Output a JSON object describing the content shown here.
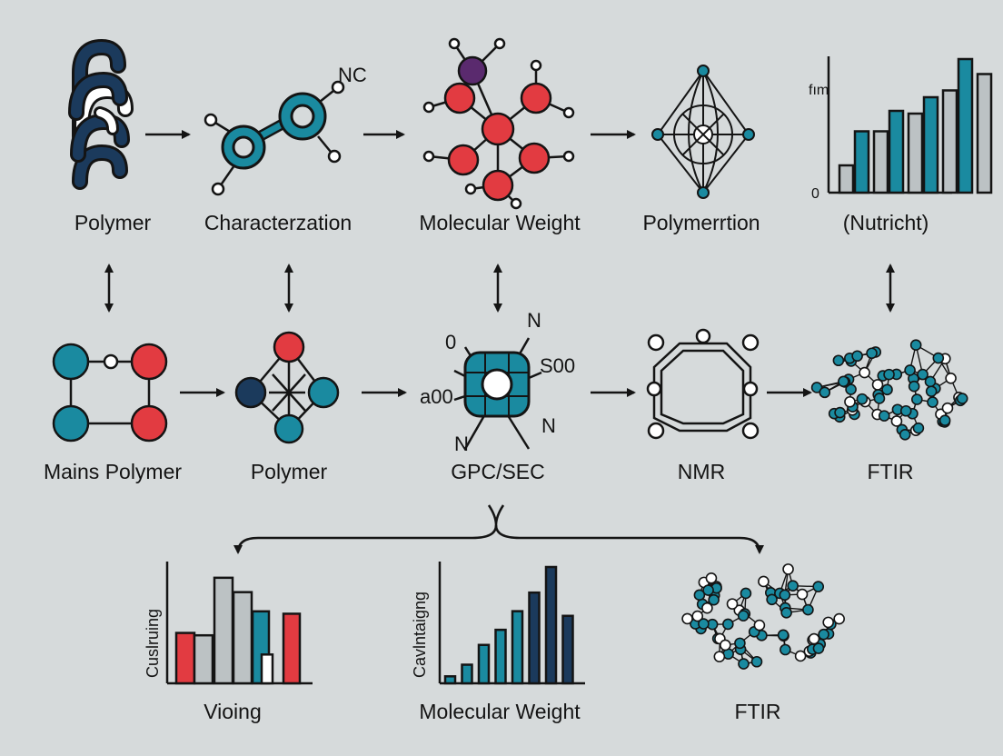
{
  "labels": {
    "polymer": "Polymer",
    "characterization": "Characterzation",
    "molecular_weight": "Molecular Weight",
    "polymerization": "Polymerrtion",
    "nutricht": "(Nutricht)",
    "mains_polymer": "Mains Polymer",
    "polymer_2": "Polymer",
    "gpc_sec": "GPC/SEC",
    "nmr": "NMR",
    "ftir": "FTIR",
    "vioing": "Vioing",
    "molecular_weight_2": "Molecular Weight",
    "ftir_2": "FTIR"
  },
  "annotations": {
    "nc": "NC",
    "chart_top_unit": "fım",
    "chart_top_zero": "0",
    "gpc_o": "0",
    "gpc_n_top": "N",
    "gpc_s00": "S00",
    "gpc_a00": "a00",
    "gpc_n_bottom_right": "N",
    "gpc_n_bottom_left": "N"
  },
  "colors": {
    "teal": "#1a8aa0",
    "red": "#e23b41",
    "navy": "#1b3a5c",
    "purple": "#5a2a6e",
    "grey": "#bcc2c4",
    "line": "#141414",
    "background": "#d6dadb"
  },
  "chart_data": [
    {
      "type": "bar",
      "ylabel": "fım",
      "ytick": "0",
      "series": [
        {
          "values": [
            0.2,
            0.45,
            0.58,
            0.75,
            0.87
          ]
        },
        {
          "values": [
            0.45,
            0.6,
            0.7,
            0.98
          ]
        }
      ]
    },
    {
      "type": "bar",
      "ylabel": "Cuslruing",
      "xlabel": "Vioing",
      "values": [
        0.42,
        0.4,
        0.88,
        0.76,
        0.6,
        0.24,
        0.58
      ]
    },
    {
      "type": "bar",
      "ylabel": "Cavlntaigng",
      "xlabel": "Molecular Weight",
      "values": [
        0.06,
        0.16,
        0.33,
        0.46,
        0.62,
        0.78,
        1.0,
        0.58
      ]
    }
  ]
}
